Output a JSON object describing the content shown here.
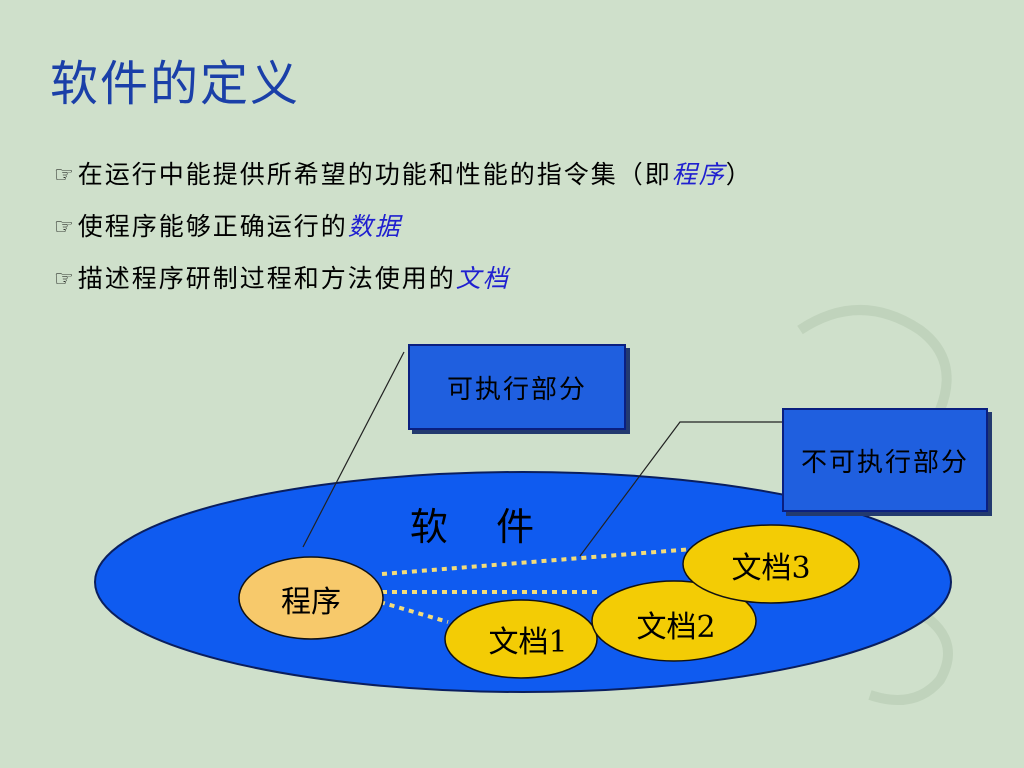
{
  "title": "软件的定义",
  "bullets": [
    {
      "icon": "pointing-hand-icon",
      "text": "在运行中能提供所希望的功能和性能的指令集（即",
      "highlight": "程序",
      "suffix": "）"
    },
    {
      "icon": "pointing-hand-icon",
      "text": "使程序能够正确运行的",
      "highlight": "数据",
      "suffix": ""
    },
    {
      "icon": "pointing-hand-icon",
      "text": "描述程序研制过程和方法使用的",
      "highlight": "文档",
      "suffix": ""
    }
  ],
  "diagram": {
    "container_label": "软    件",
    "callout_executable": "可执行部分",
    "callout_non_executable": "不可执行部分",
    "node_program": "程序",
    "node_doc1": "文档1",
    "node_doc2": "文档2",
    "node_doc3": "文档3"
  },
  "colors": {
    "background": "#cfe0cb",
    "title": "#1a3fa8",
    "highlight": "#1f1fd0",
    "ellipse_fill": "#0f5bf0",
    "box_fill": "#1f5fdf",
    "program_fill": "#f7c96b",
    "doc_fill": "#f3cc05",
    "dotted_line": "#f3dc7a"
  }
}
